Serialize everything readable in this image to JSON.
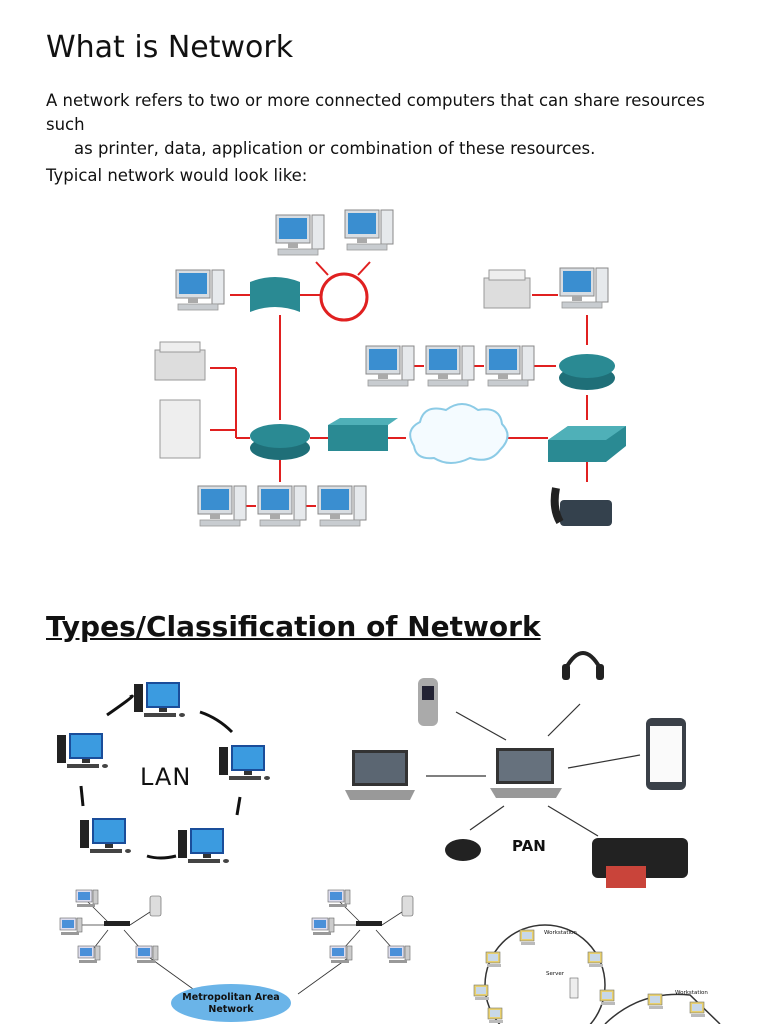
{
  "title": "What is Network",
  "intro_line1": "A network refers to two or more connected computers that can share resources such",
  "intro_line2": "as printer, data, application or combination of these resources.",
  "typical_label": "Typical network would look like:",
  "types_heading": "Types/Classification of Network",
  "lan_label": "LAN",
  "pan_label": "PAN",
  "man_label_line1": "Metropolitan Area",
  "man_label_line2": "Network",
  "wan_workstation_label_1": "Workstation",
  "wan_server_label": "Server",
  "wan_workstation_label_2": "Workstation",
  "colors": {
    "link_red": "#e02020",
    "router_teal": "#2a8a93",
    "man_ellipse": "#6ab4e8"
  }
}
